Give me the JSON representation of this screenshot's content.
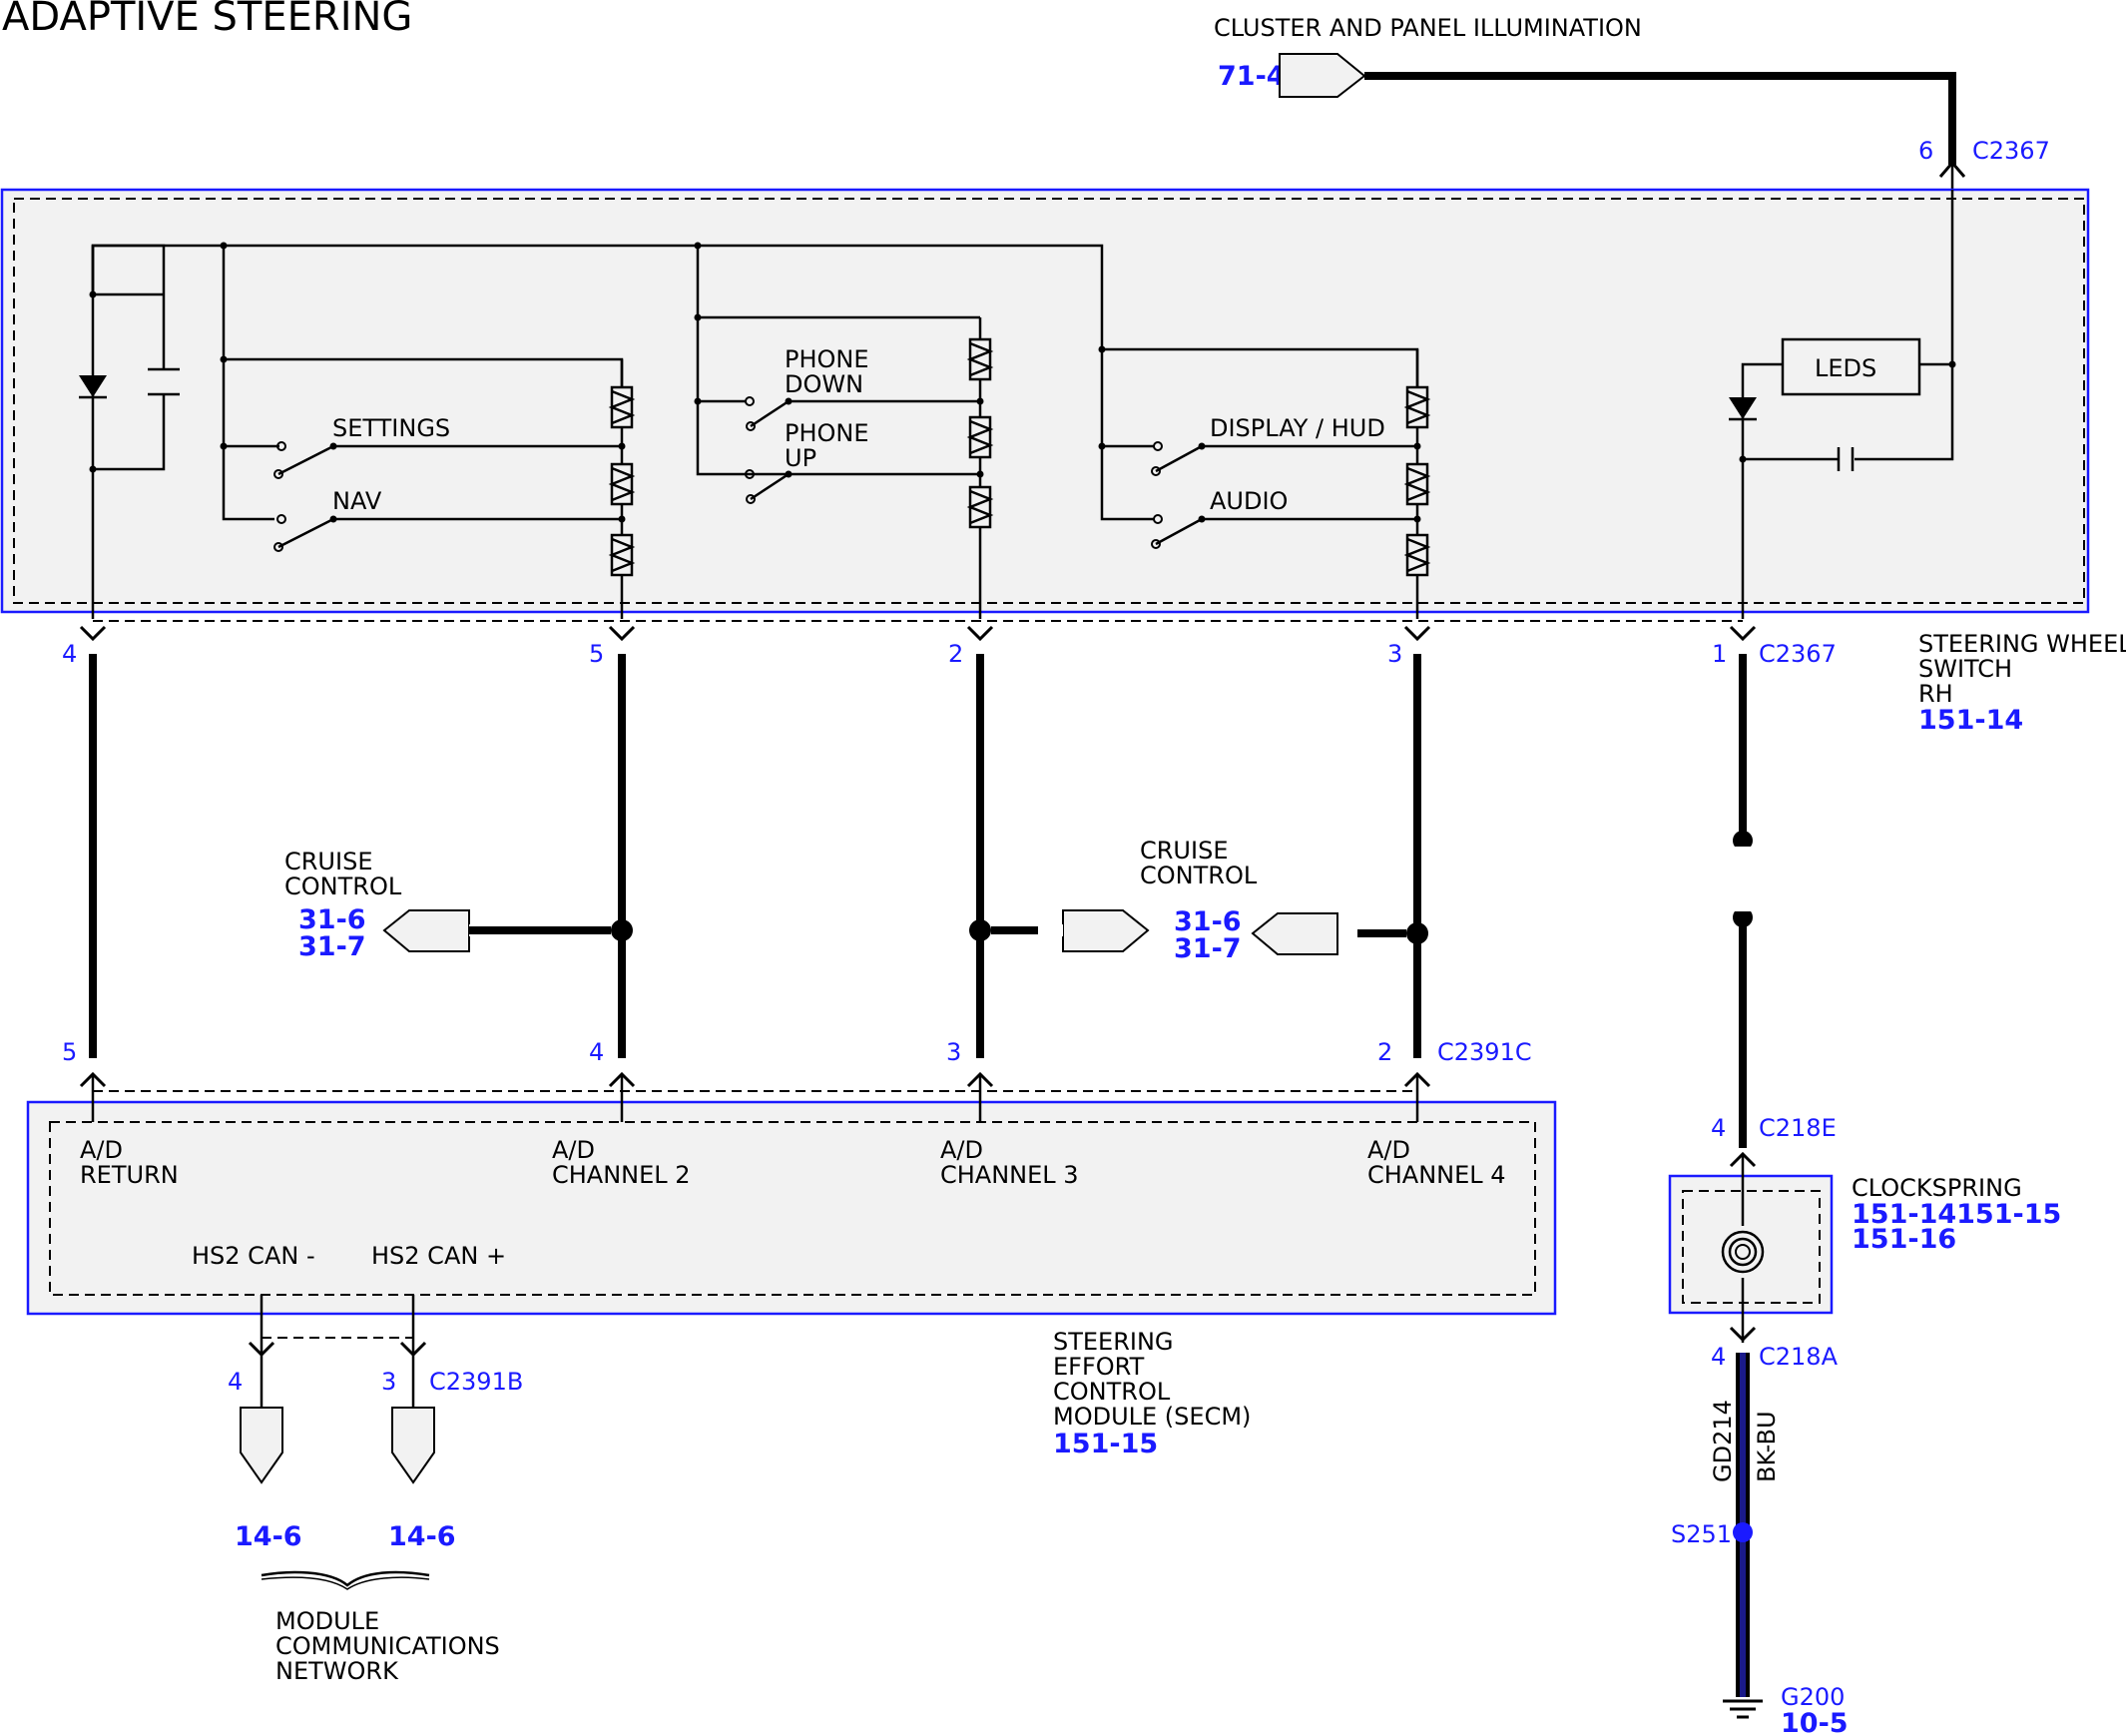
{
  "title": "ADAPTIVE STEERING",
  "illumination": {
    "label": "CLUSTER AND PANEL ILLUMINATION",
    "ref": "71-4"
  },
  "top_connector": {
    "pin": "6",
    "id": "C2367"
  },
  "swrh": {
    "labels": {
      "settings": "SETTINGS",
      "nav": "NAV",
      "phone_down_1": "PHONE",
      "phone_down_2": "DOWN",
      "phone_up_1": "PHONE",
      "phone_up_2": "UP",
      "display": "DISPLAY / HUD",
      "audio": "AUDIO",
      "leds": "LEDS"
    },
    "name": [
      "STEERING WHEEL",
      "SWITCH",
      "RH"
    ],
    "ref": "151-14",
    "pins": [
      "4",
      "5",
      "2",
      "3",
      "1"
    ],
    "connector": "C2367"
  },
  "cruise": {
    "label_1": "CRUISE",
    "label_2": "CONTROL",
    "ref_a": "31-6",
    "ref_b": "31-7"
  },
  "secm": {
    "pins": [
      "5",
      "4",
      "3",
      "2"
    ],
    "connector": "C2391C",
    "channels": [
      [
        "A/D",
        "RETURN"
      ],
      [
        "A/D",
        "CHANNEL 2"
      ],
      [
        "A/D",
        "CHANNEL 3"
      ],
      [
        "A/D",
        "CHANNEL 4"
      ]
    ],
    "can_minus": "HS2 CAN -",
    "can_plus": "HS2 CAN +",
    "can_pins": [
      "4",
      "3"
    ],
    "can_connector": "C2391B",
    "can_refs": [
      "14-6",
      "14-6"
    ],
    "name": [
      "STEERING",
      "EFFORT",
      "CONTROL",
      "MODULE (SECM)"
    ],
    "ref": "151-15",
    "network": [
      "MODULE",
      "COMMUNICATIONS",
      "NETWORK"
    ]
  },
  "clockspring": {
    "top_pin": "4",
    "top_conn": "C218E",
    "name": "CLOCKSPRING",
    "refs_1": "151-14151-15",
    "refs_2": "151-16",
    "bottom_pin": "4",
    "bottom_conn": "C218A",
    "wire_circuit": "GD214",
    "wire_color": "BK-BU",
    "splice": "S251",
    "ground": "G200",
    "ground_ref": "10-5"
  }
}
